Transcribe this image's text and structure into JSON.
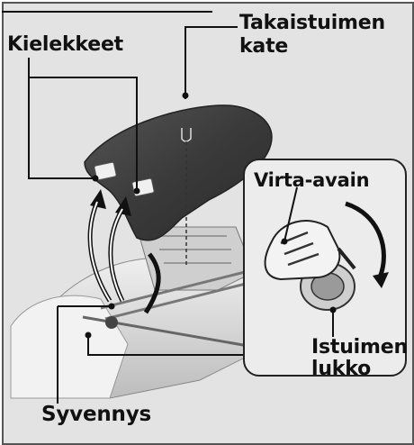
{
  "labels": {
    "tabs": "Kielekkeet",
    "seat_cover_line1": "Takaistuimen",
    "seat_cover_line2": "kate",
    "ignition_key": "Virta-avain",
    "seat_lock_line1": "Istuimen",
    "seat_lock_line2": "lukko",
    "recess": "Syvennys"
  },
  "colors": {
    "background": "#e3e3e3",
    "seat_cover": "#3a3a3a",
    "line": "#111111",
    "inset_background": "#ececec"
  }
}
